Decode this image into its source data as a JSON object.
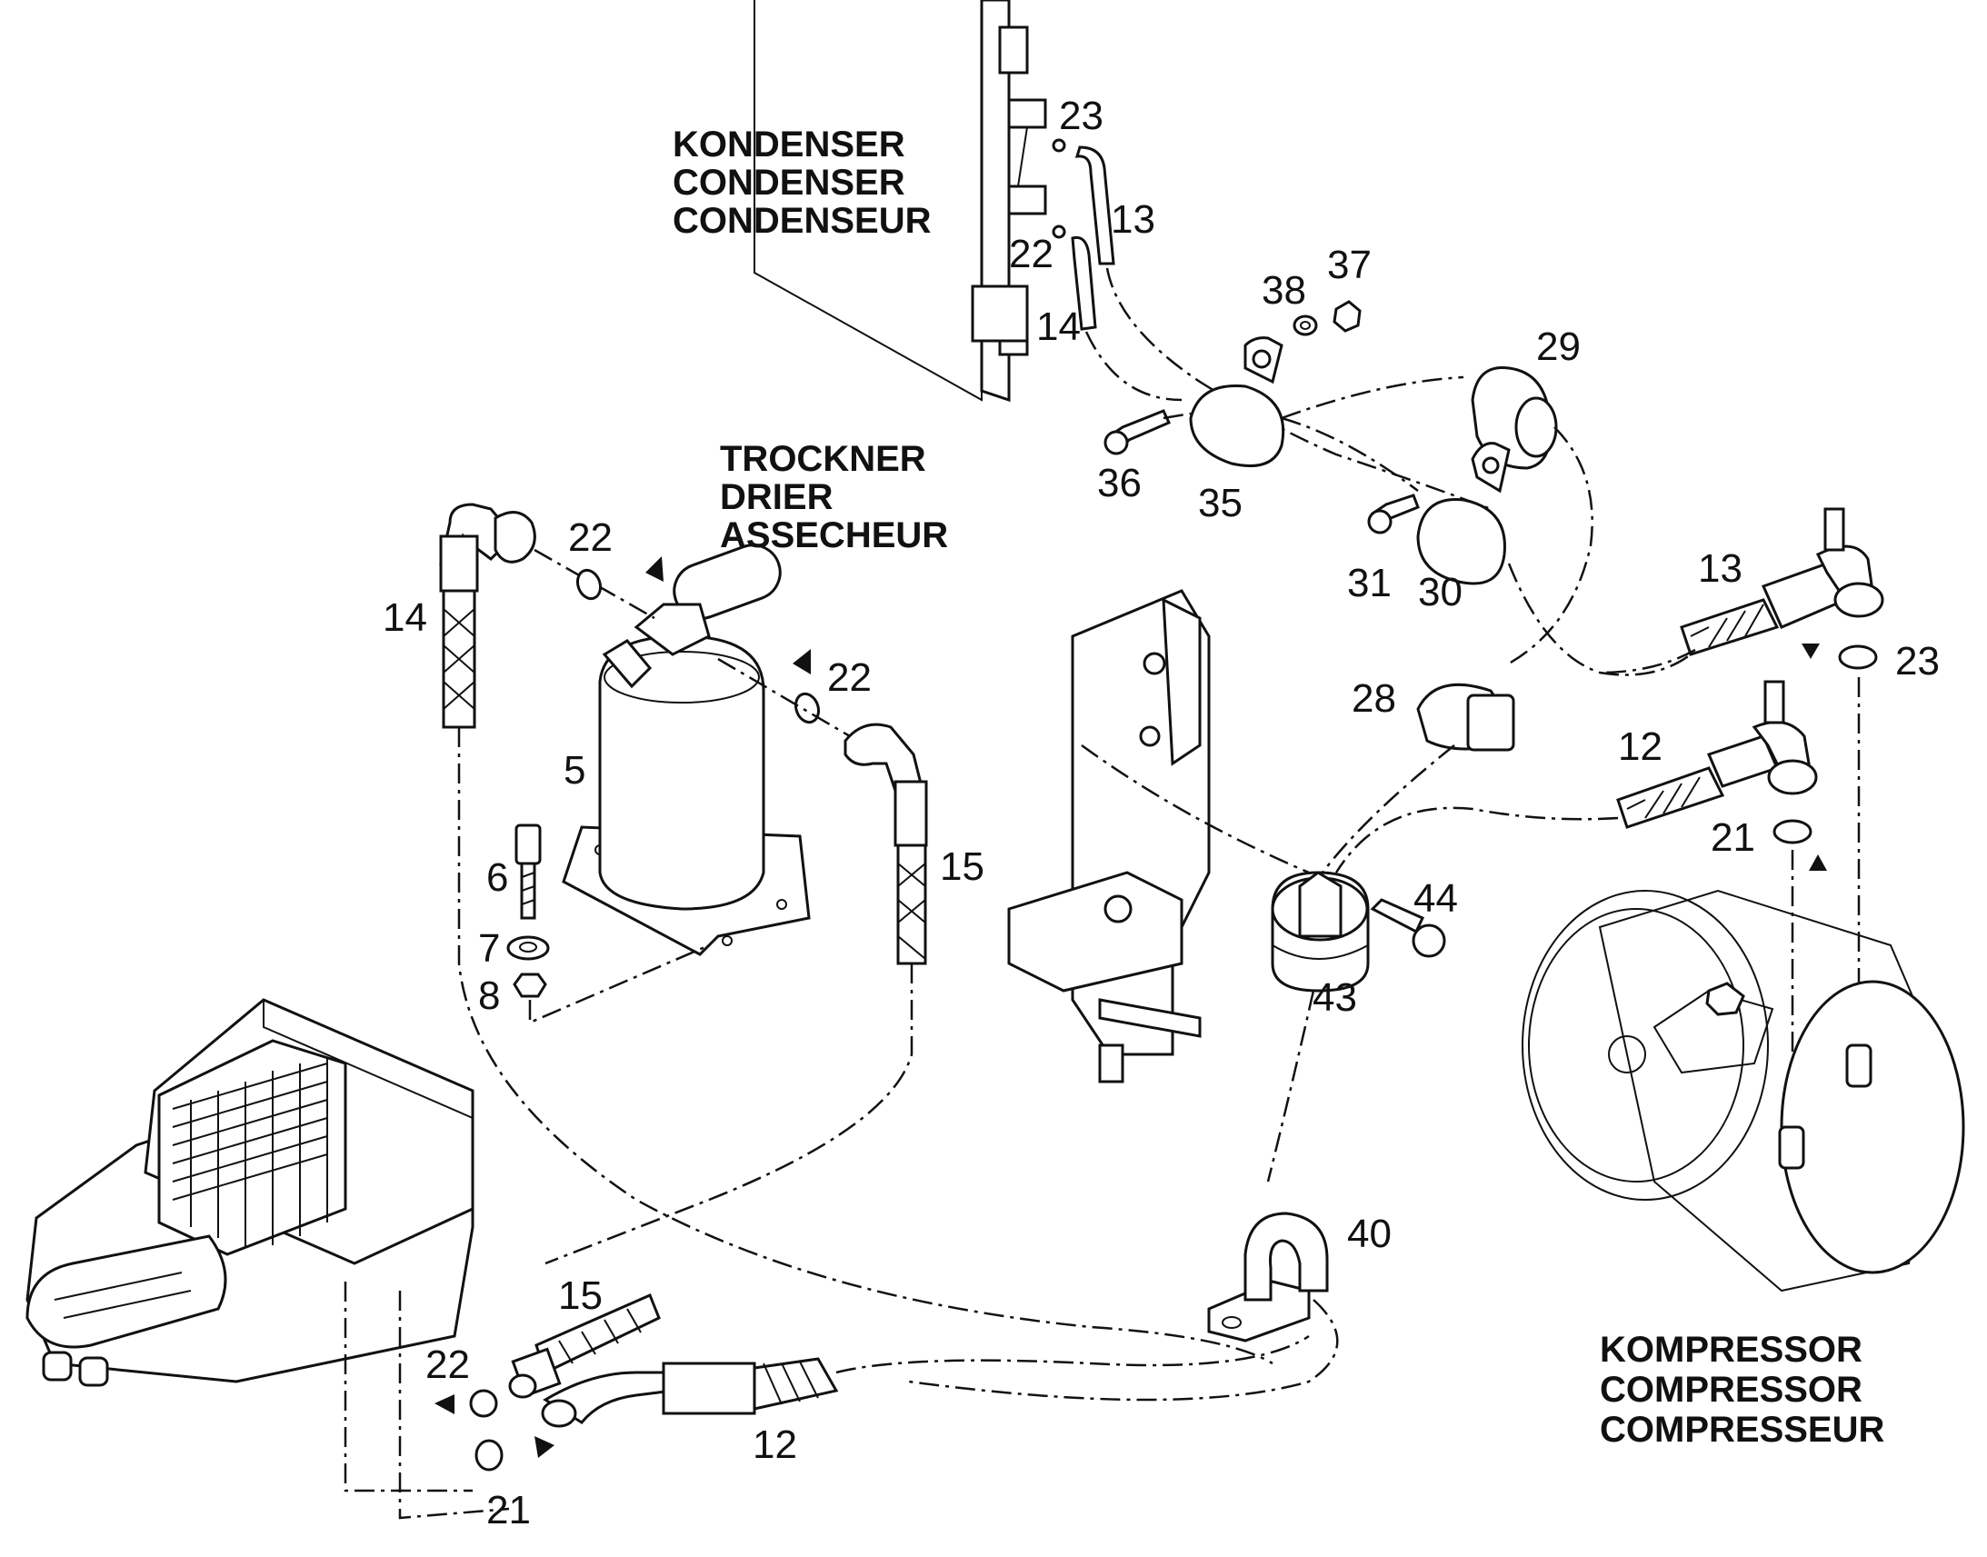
{
  "assemblies": {
    "condenser": [
      "KONDENSER",
      "CONDENSER",
      "CONDENSEUR"
    ],
    "drier": [
      "TROCKNER",
      "DRIER",
      "ASSECHEUR"
    ],
    "compressor": [
      "KOMPRESSOR",
      "COMPRESSOR",
      "COMPRESSEUR"
    ]
  },
  "part_labels": {
    "p23a": "23",
    "p13a": "13",
    "p22a": "22",
    "p14a": "14",
    "p38": "38",
    "p37": "37",
    "p29": "29",
    "p36": "36",
    "p35": "35",
    "p31": "31",
    "p30": "30",
    "p14b": "14",
    "p22b": "22",
    "p22c": "22",
    "p5": "5",
    "p6": "6",
    "p7": "7",
    "p8": "8",
    "p15a": "15",
    "p28": "28",
    "p13b": "13",
    "p23b": "23",
    "p12a": "12",
    "p21a": "21",
    "p44": "44",
    "p43": "43",
    "p40": "40",
    "p15b": "15",
    "p22d": "22",
    "p12b": "12",
    "p21b": "21"
  }
}
